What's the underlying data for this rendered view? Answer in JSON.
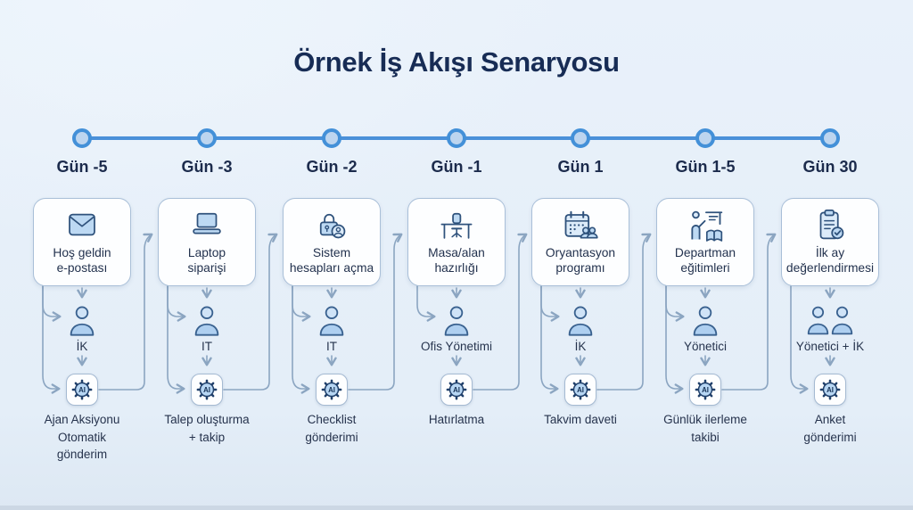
{
  "title": "Örnek İş Akışı Senaryosu",
  "ai_label": "AI",
  "colors": {
    "background": "#e8f0f9",
    "title_text": "#172c55",
    "timeline": "#4a90d9",
    "timeline_dot_fill": "#bdd5ef",
    "card_border": "#a9bfd8",
    "connector": "#8ba5c1",
    "icon_stroke": "#2f527c",
    "icon_fill": "#bdd9f3",
    "dark_text": "#23324e"
  },
  "columns": [
    {
      "day": "Gün -5",
      "icon": "envelope-icon",
      "card_label": "Hoş geldin\ne-postası",
      "actor": "İK",
      "actor_icon": "person-icon",
      "action": "Ajan Aksiyonu\nOtomatik\ngönderim",
      "branch_person": true,
      "branch_ai": true,
      "to_next": true
    },
    {
      "day": "Gün -3",
      "icon": "laptop-icon",
      "card_label": "Laptop\nsiparişi",
      "actor": "IT",
      "actor_icon": "person-icon",
      "action": "Talep oluşturma\n+ takip",
      "branch_person": true,
      "branch_ai": true,
      "to_next": true
    },
    {
      "day": "Gün -2",
      "icon": "lock-user-icon",
      "card_label": "Sistem\nhesapları açma",
      "actor": "IT",
      "actor_icon": "person-icon",
      "action": "Checklist\ngönderimi",
      "branch_person": true,
      "branch_ai": true,
      "to_next": true
    },
    {
      "day": "Gün -1",
      "icon": "desk-chair-icon",
      "card_label": "Masa/alan\nhazırlığı",
      "actor": "Ofis Yönetimi",
      "actor_icon": "person-icon",
      "action": "Hatırlatma",
      "branch_person": true,
      "branch_ai": false,
      "to_next": true
    },
    {
      "day": "Gün 1",
      "icon": "calendar-people-icon",
      "card_label": "Oryantasyon\nprogramı",
      "actor": "İK",
      "actor_icon": "person-icon",
      "action": "Takvim daveti",
      "branch_person": true,
      "branch_ai": true,
      "to_next": true
    },
    {
      "day": "Gün 1-5",
      "icon": "training-board-icon",
      "card_label": "Departman\neğitimleri",
      "actor": "Yönetici",
      "actor_icon": "person-icon",
      "action": "Günlük ilerleme\ntakibi",
      "branch_person": true,
      "branch_ai": true,
      "to_next": true
    },
    {
      "day": "Gün 30",
      "icon": "clipboard-check-icon",
      "card_label": "İlk ay\ndeğerlendirmesi",
      "actor": "Yönetici + İK",
      "actor_icon": "people-icon",
      "action": "Anket\ngönderimi",
      "branch_person": false,
      "branch_ai": true,
      "to_next": false
    }
  ]
}
